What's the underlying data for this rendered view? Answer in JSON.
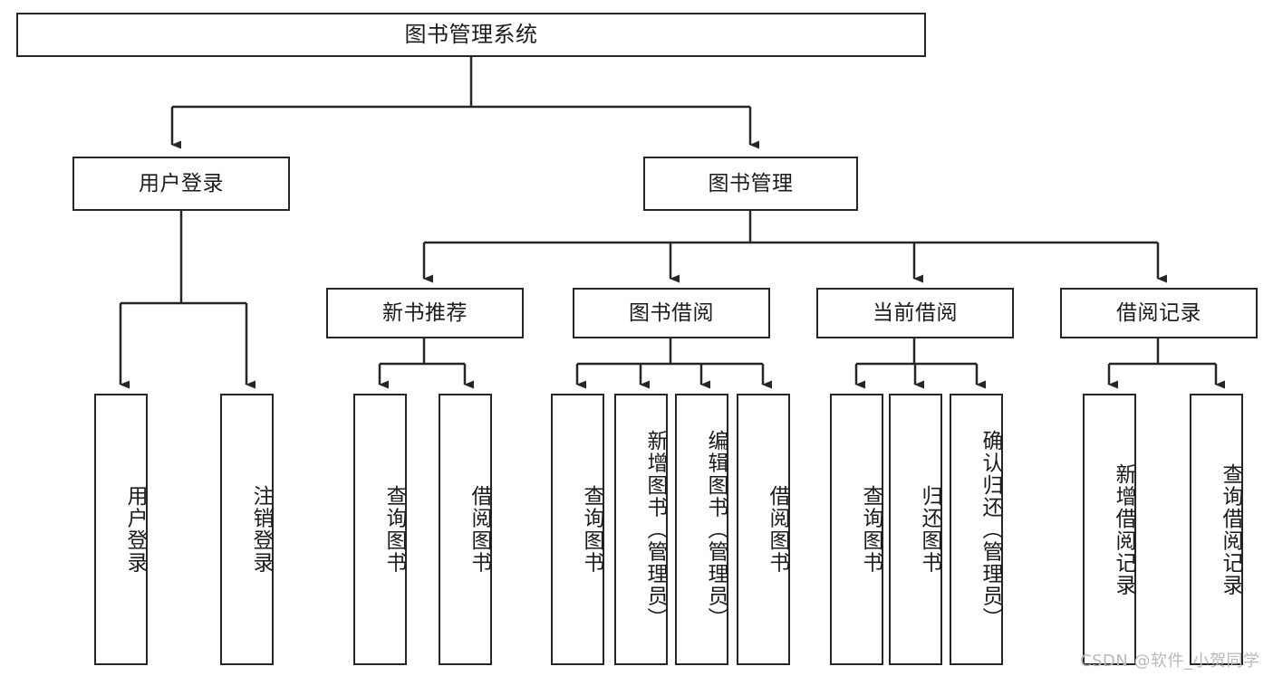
{
  "diagram": {
    "title": "图书管理系统",
    "type": "functional-structure-tree",
    "root": {
      "label": "图书管理系统"
    },
    "level2": [
      {
        "label": "用户登录"
      },
      {
        "label": "图书管理"
      }
    ],
    "level3": [
      {
        "label": "新书推荐"
      },
      {
        "label": "图书借阅"
      },
      {
        "label": "当前借阅"
      },
      {
        "label": "借阅记录"
      }
    ],
    "leaves": {
      "user_login": [
        {
          "label": "用户登录"
        },
        {
          "label": "注销登录"
        }
      ],
      "new_book_recommend": [
        {
          "label": "查询图书"
        },
        {
          "label": "借阅图书"
        }
      ],
      "book_borrow": [
        {
          "label": "查询图书"
        },
        {
          "label": "新增图书（管理员）"
        },
        {
          "label": "编辑图书（管理员）"
        },
        {
          "label": "借阅图书"
        }
      ],
      "current_borrow": [
        {
          "label": "查询图书"
        },
        {
          "label": "归还图书"
        },
        {
          "label": "确认归还（管理员）"
        }
      ],
      "borrow_record": [
        {
          "label": "新增借阅记录"
        },
        {
          "label": "查询借阅记录"
        }
      ]
    }
  },
  "watermark": {
    "text": "CSDN @软件_小贺同学"
  },
  "colors": {
    "stroke": "#262626",
    "text": "#1b1b1b",
    "background": "#ffffff",
    "watermark": "#b9b9b9"
  }
}
